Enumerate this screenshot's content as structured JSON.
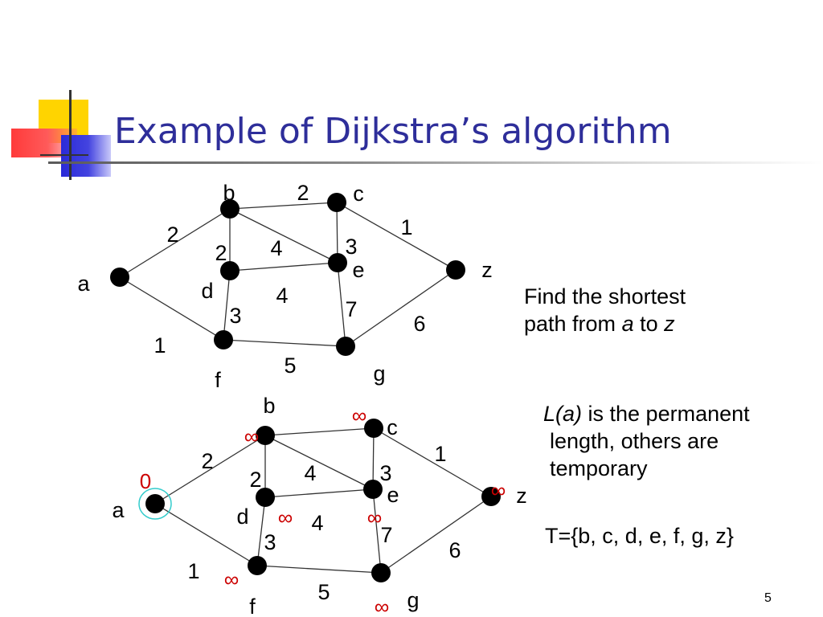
{
  "slide": {
    "title": "Example of Dijkstra’s algorithm",
    "page_number": "5"
  },
  "prompt": {
    "line1": "Find the shortest",
    "line2_prefix": "path from ",
    "source": "a",
    "line2_mid": " to ",
    "target": "z"
  },
  "note": {
    "la": "L(a)",
    "line1_rest": " is the permanent",
    "line2": "length,  others are",
    "line3": "temporary"
  },
  "temp_set": "T={b, c, d, e, f, g, z}",
  "graph": {
    "nodes": [
      "a",
      "b",
      "c",
      "d",
      "e",
      "f",
      "g",
      "z"
    ],
    "edges": [
      {
        "from": "a",
        "to": "b",
        "weight": "2"
      },
      {
        "from": "a",
        "to": "f",
        "weight": "1"
      },
      {
        "from": "b",
        "to": "c",
        "weight": "2"
      },
      {
        "from": "b",
        "to": "e",
        "weight": "4"
      },
      {
        "from": "b",
        "to": "d",
        "weight": "2"
      },
      {
        "from": "c",
        "to": "z",
        "weight": "1"
      },
      {
        "from": "c",
        "to": "e",
        "weight": "3"
      },
      {
        "from": "d",
        "to": "e",
        "weight": "4"
      },
      {
        "from": "d",
        "to": "f",
        "weight": "3"
      },
      {
        "from": "e",
        "to": "g",
        "weight": "7"
      },
      {
        "from": "f",
        "to": "g",
        "weight": "5"
      },
      {
        "from": "g",
        "to": "z",
        "weight": "6"
      }
    ]
  },
  "labels": {
    "a": {
      "value": "0",
      "permanent": true
    },
    "b": {
      "value": "∞"
    },
    "c": {
      "value": "∞"
    },
    "d": {
      "value": "∞"
    },
    "e": {
      "value": "∞"
    },
    "f": {
      "value": "∞"
    },
    "g": {
      "value": "∞"
    },
    "z": {
      "value": "∞"
    }
  },
  "colors": {
    "title": "#2e2e9a",
    "label": "#cc0000",
    "highlight": "#33cccc",
    "node": "#000000"
  }
}
